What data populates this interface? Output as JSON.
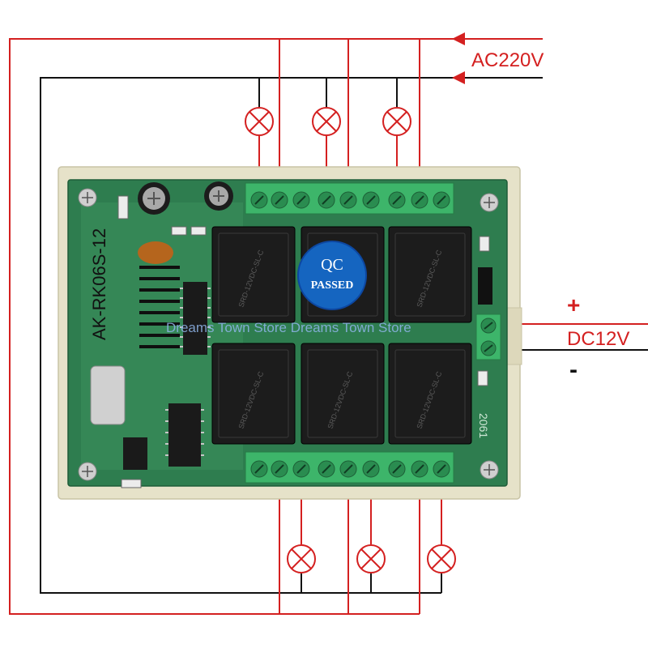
{
  "labels": {
    "ac": "AC220V",
    "dc": "DC12V",
    "plus": "+",
    "minus": "-"
  },
  "board": {
    "model": "AK-RK06S-12",
    "watermark": "Dreams Town Store Dreams Town Store",
    "relay_marking": "SRD-12VDC-SL-C",
    "serial": "2061"
  },
  "qc_sticker": {
    "line1": "QC",
    "line2": "PASSED"
  },
  "colors": {
    "wire_red": "#d42020",
    "wire_black": "#111111",
    "pcb": "#2e7d4f",
    "terminal": "#3db56a",
    "relay": "#1c1c1c",
    "sticker": "#1565c0"
  }
}
